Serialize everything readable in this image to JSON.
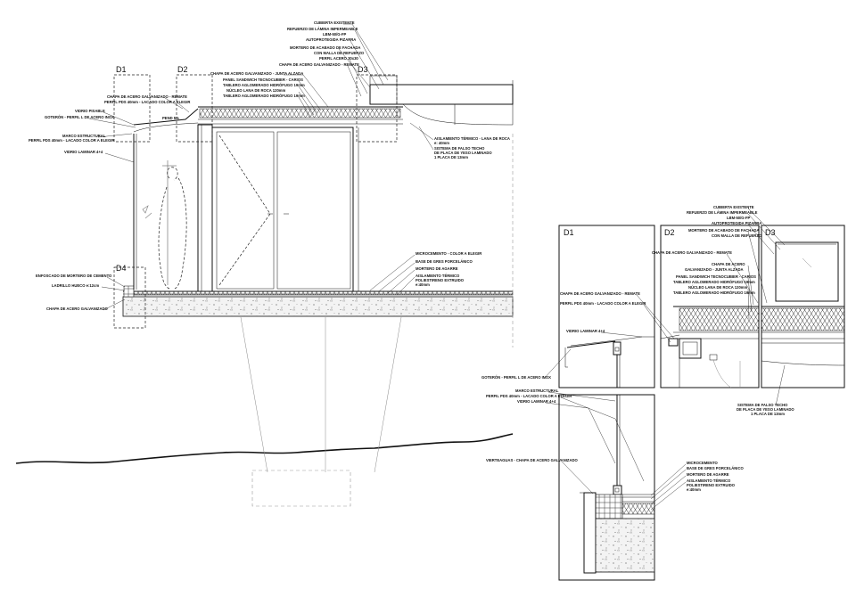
{
  "section": {
    "detail_tags": [
      "D1",
      "D2",
      "D3",
      "D4"
    ],
    "labels_right": [
      "CUBIERTA EXISTENTE",
      "REFUERZO DE LÁMINA IMPERMEABLE",
      "LBM-50/G-FP",
      "AUTOPROTEGIDA PIZARRA",
      "MORTERO DE ACABADO DE FACHADA",
      "CON MALLA DE REFUERZO",
      "PERFIL ACERO 30x30",
      "CHAPA DE ACERO GALVANIZADO - REMATE"
    ],
    "labels_top": [
      "CHAPA DE ACERO GALVANIZADO - JUNTA ALZADA",
      "PANEL SANDWICH TECNOCUBIER - CARIOS",
      "TABLERO AGLOMERADO HIDRÓFUGO 19mm",
      "NÚCLEO LANA DE ROCA 120mm",
      "TABLERO AGLOMERADO HIDRÓFUGO 19mm"
    ],
    "labels_left": [
      "CHAPA DE ACERO GALVANIZADO - REMATE",
      "PERFIL PDS 40mm - LACADO COLOR A ELEGIR",
      "VIDRIO PISABLE",
      "GOTERÓN - PERFIL L DE ACERO INOX",
      "MARCO ESTRUCTURAL",
      "PERFIL PDS 40mm - LACADO COLOR A ELEGIR",
      "VIDRIO LAMINAR 4+4"
    ],
    "labels_ceiling": [
      "AISLAMIENTO TÉRMICO - LANA DE ROCA",
      "e: 40mm",
      "SISTEMA DE FALSO TECHO",
      "DE PLACA DE YESO LAMINADO",
      "1 PLACA DE 13mm"
    ],
    "labels_floor_right": [
      "MICROCEMENTO - COLOR A ELEGIR",
      "BASE DE GRES PORCELÁNICO",
      "MORTERO DE AGARRE",
      "AISLAMIENTO TÉRMICO",
      "POLIESTIRENO EXTRUIDO",
      "e:40mm"
    ],
    "labels_floor_left": [
      "ENFOSCADO DE MORTERO DE CEMENTO",
      "LADRILLO HUECO e:12cm",
      "CHAPA DE ACERO GALVANIZADO"
    ],
    "small_note": "PEND 5%"
  },
  "details": {
    "tags": [
      "D1",
      "D2",
      "D3"
    ],
    "d2_labels": [
      "CUBIERTA EXISTENTE",
      "REFUERZO DE LÁMINA IMPERMEABLE",
      "LBM-50/G-FP",
      "AUTOPROTEGIDA PIZARRA",
      "MORTERO DE ACABADO DE FACHADA",
      "CON MALLA DE REFUERZO",
      "CHAPA DE ACERO GALVANIZADO - REMATE",
      "CHAPA DE ACERO",
      "GALVANIZADO - JUNTA ALZADA",
      "PANEL SANDWICH TECNOCUBIER - CARIOS",
      "TABLERO AGLOMERADO HIDRÓFUGO 19mm",
      "NÚCLEO LANA DE ROCA 120mm",
      "TABLERO AGLOMERADO HIDRÓFUGO 19mm"
    ],
    "d1_labels": [
      "CHAPA DE ACERO GALVANIZADO - REMATE",
      "PERFIL PDS 40mm - LACADO COLOR A ELEGIR",
      "VIDRIO LAMINAR 4+4",
      "GOTERÓN - PERFIL L DE ACERO INOX"
    ],
    "ceiling_labels": [
      "SISTEMA DE FALSO TECHO",
      "DE PLACA DE YESO LAMINADO",
      "1 PLACA DE 13mm"
    ],
    "d4_left_labels": [
      "MARCO ESTRUCTURAL",
      "PERFIL PDS 40mm - LACADO COLOR A ELEGIR",
      "VIDRIO LAMINAR 4+4",
      "VIERTEAGUAS - CHAPA DE ACERO GALVANIZADO"
    ],
    "d4_right_labels": [
      "MICROCEMENTO",
      "BASE DE GRES PORCELÁNICO",
      "MORTERO DE AGARRE",
      "AISLAMIENTO TÉRMICO",
      "POLIESTIRENO EXTRUIDO",
      "e:40mm"
    ]
  }
}
